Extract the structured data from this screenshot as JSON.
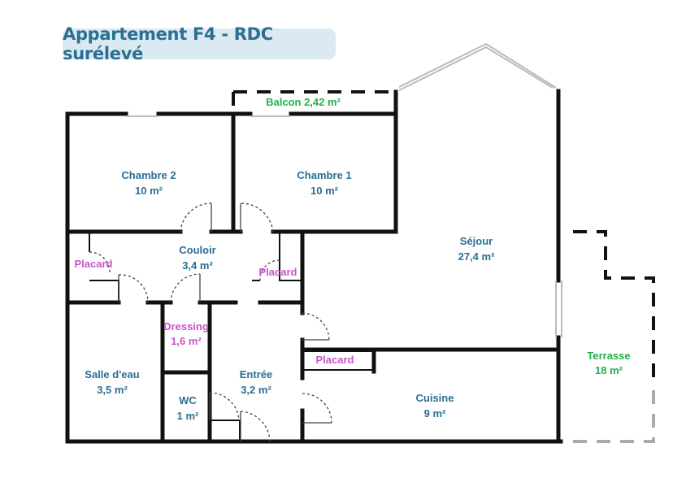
{
  "title": "Appartement F4 - RDC surélevé",
  "rooms": {
    "chambre2": {
      "name": "Chambre 2",
      "area": "10 m²"
    },
    "chambre1": {
      "name": "Chambre 1",
      "area": "10 m²"
    },
    "couloir": {
      "name": "Couloir",
      "area": "3,4 m²"
    },
    "sejour": {
      "name": "Séjour",
      "area": "27,4 m²"
    },
    "dressing": {
      "name": "Dressing",
      "area": "1,6 m²"
    },
    "salle_eau": {
      "name": "Salle d'eau",
      "area": "3,5 m²"
    },
    "entree": {
      "name": "Entrée",
      "area": "3,2 m²"
    },
    "wc": {
      "name": "WC",
      "area": "1 m²"
    },
    "cuisine": {
      "name": "Cuisine",
      "area": "9 m²"
    },
    "terrasse": {
      "name": "Terrasse",
      "area": "18 m²"
    }
  },
  "balcon": "Balcon  2,42 m²",
  "placards": {
    "left": "Placard",
    "right": "Placard",
    "kitchen": "Placard"
  },
  "colors": {
    "room_label": "#2b6f93",
    "storage_label": "#c755c8",
    "outdoor_label": "#22b14c",
    "title_bg": "#dbeaf2"
  }
}
